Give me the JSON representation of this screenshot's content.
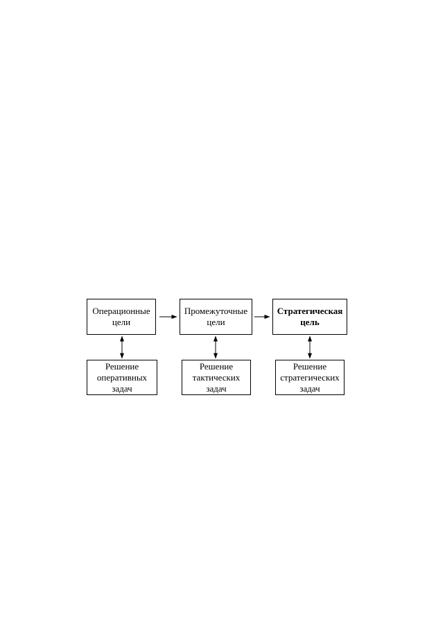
{
  "goals": {
    "operational": "Операционные\nцели",
    "intermediate": "Промежуточные\nцели",
    "strategic": "Стратегическая\nцель"
  },
  "tasks": {
    "operational": "Решение\nоперативных\nзадач",
    "tactical": "Решение\nтактических\nзадач",
    "strategic": "Решение\nстратегических\nзадач"
  },
  "colors": {
    "line": "#000000",
    "background": "#ffffff"
  }
}
